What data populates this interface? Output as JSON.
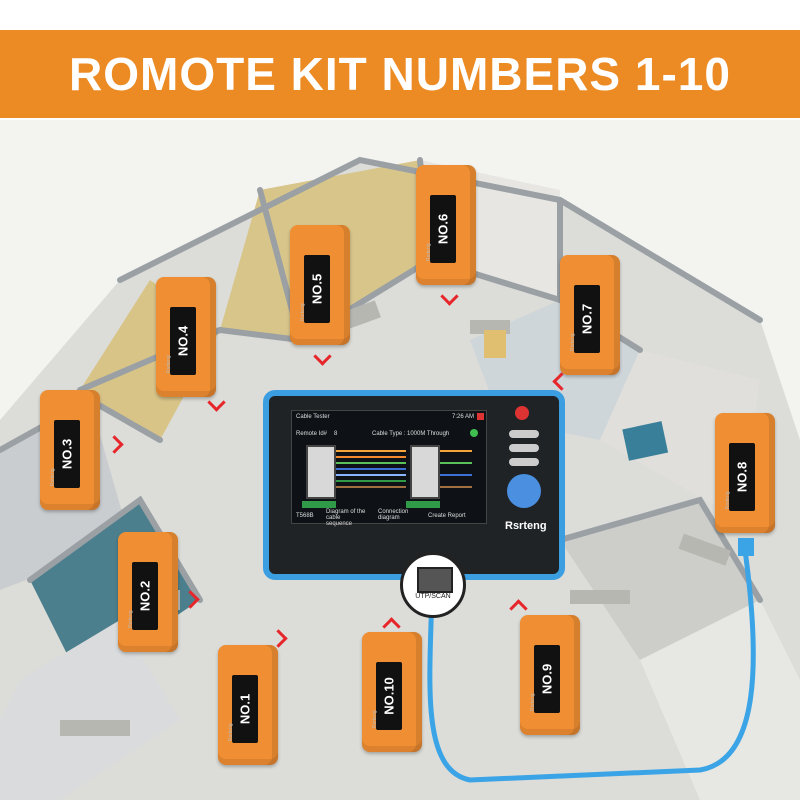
{
  "banner": {
    "title": "ROMOTE KIT NUMBERS 1-10"
  },
  "remotes": [
    {
      "label": "NO.1"
    },
    {
      "label": "NO.2"
    },
    {
      "label": "NO.3"
    },
    {
      "label": "NO.4"
    },
    {
      "label": "NO.5"
    },
    {
      "label": "NO.6"
    },
    {
      "label": "NO.7"
    },
    {
      "label": "NO.8"
    },
    {
      "label": "NO.9"
    },
    {
      "label": "NO.10"
    }
  ],
  "remote_brand": "Rsrteng",
  "tester": {
    "app_title": "Cable Tester",
    "time": "7:26 AM",
    "remote_id_label": "Remote Id#",
    "remote_id_value": "8",
    "cable_type_label": "Cable Type :",
    "cable_type_value": "1000M Through",
    "captions": [
      "Diagram of the cable sequence",
      "Connection diagram",
      "Create Report"
    ],
    "model": "T568B",
    "brand": "Rsrteng",
    "port_label": "UTP/SCAN"
  },
  "colors": {
    "banner": "#ec8a23",
    "remote": "#ef8e32",
    "arrow": "#e6262b",
    "cable": "#3aa4e6",
    "device_frame": "#3b9ee0"
  }
}
